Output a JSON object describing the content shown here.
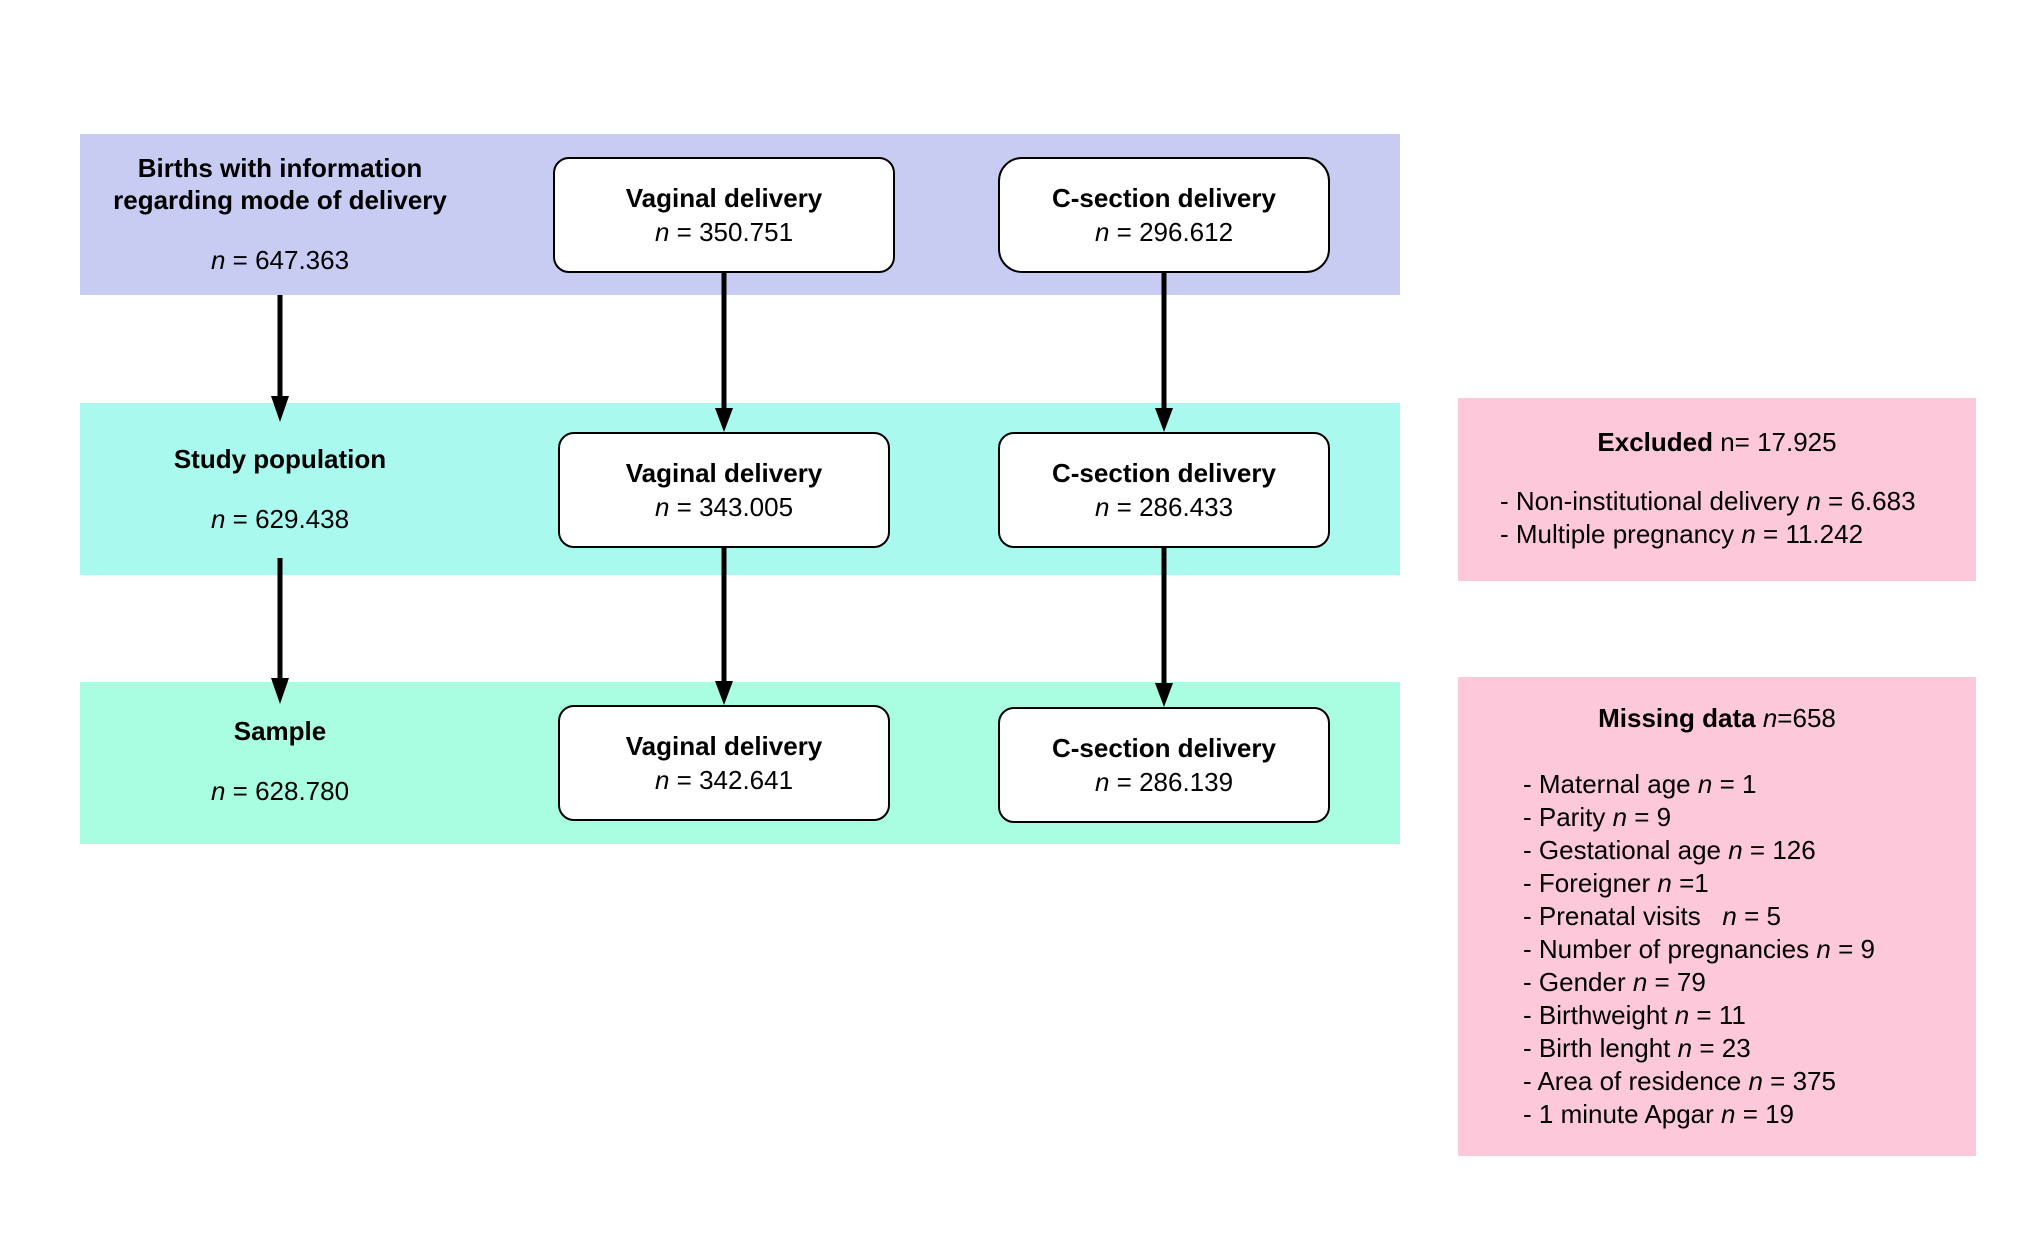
{
  "rows": [
    {
      "stage_title_lines": [
        "Births with information",
        "regarding mode of delivery"
      ],
      "stage_n": "647.363",
      "vaginal": {
        "title": "Vaginal delivery",
        "n": "350.751"
      },
      "csection": {
        "title": "C-section delivery",
        "n": "296.612"
      }
    },
    {
      "stage_title_lines": [
        "Study population"
      ],
      "stage_n": "629.438",
      "vaginal": {
        "title": "Vaginal delivery",
        "n": "343.005"
      },
      "csection": {
        "title": "C-section delivery",
        "n": "286.433"
      }
    },
    {
      "stage_title_lines": [
        "Sample"
      ],
      "stage_n": "628.780",
      "vaginal": {
        "title": "Vaginal delivery",
        "n": "342.641"
      },
      "csection": {
        "title": "C-section delivery",
        "n": "286.139"
      }
    }
  ],
  "n_symbol": "n",
  "n_eq": " = ",
  "excluded": {
    "title": "Excluded",
    "n_text": " n= 17.925",
    "items": [
      {
        "label": "- Non-institutional delivery ",
        "n": " = 6.683"
      },
      {
        "label": "- Multiple pregnancy ",
        "n": " = 11.242"
      }
    ]
  },
  "missing": {
    "title": "Missing data",
    "n_text": "=658",
    "items": [
      {
        "label": "- Maternal age ",
        "n": " = 1"
      },
      {
        "label": "- Parity ",
        "n": " = 9"
      },
      {
        "label": "- Gestational age ",
        "n": " = 126"
      },
      {
        "label": "- Foreigner ",
        "n": " =1"
      },
      {
        "label": "- Prenatal visits   ",
        "n": " = 5"
      },
      {
        "label": "- Number of pregnancies ",
        "n": " = 9"
      },
      {
        "label": "- Gender ",
        "n": " = 79"
      },
      {
        "label": "- Birthweight ",
        "n": " = 11"
      },
      {
        "label": "- Birth lenght ",
        "n": " = 23"
      },
      {
        "label": "- Area of residence ",
        "n": " = 375"
      },
      {
        "label": "- 1 minute Apgar ",
        "n": " = 19"
      }
    ]
  },
  "colors": {
    "row1_band": "#c8ccf2",
    "row2_band": "#aaf9ee",
    "row3_band": "#a9fde0",
    "side_box": "#fcc8da"
  }
}
